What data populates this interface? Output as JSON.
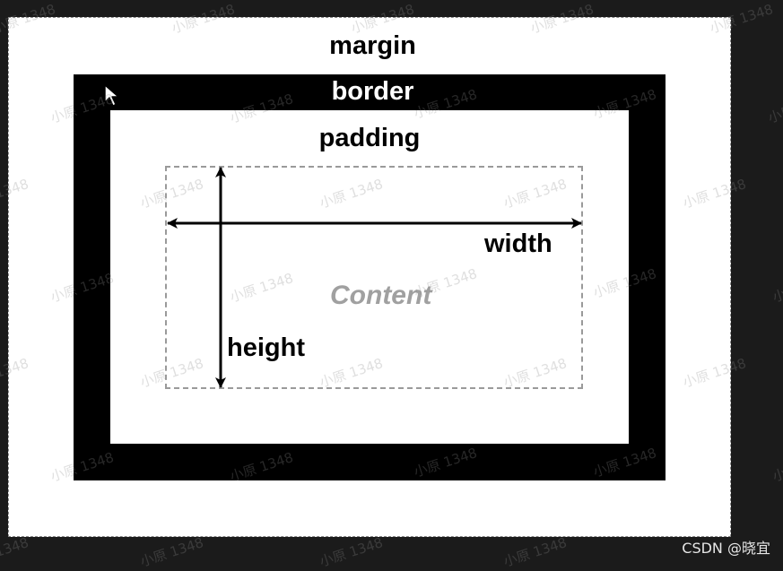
{
  "diagram": {
    "margin_label": "margin",
    "border_label": "border",
    "padding_label": "padding",
    "content_label": "Content",
    "width_label": "width",
    "height_label": "height"
  },
  "watermark": {
    "text": "小原 1348"
  },
  "credit": "CSDN @晓宜",
  "colors": {
    "background": "#1b1b1b",
    "margin_area": "#ffffff",
    "border_area": "#000000",
    "padding_area": "#ffffff",
    "content_outline": "#9a9a9a",
    "content_text": "#a0a0a0"
  }
}
